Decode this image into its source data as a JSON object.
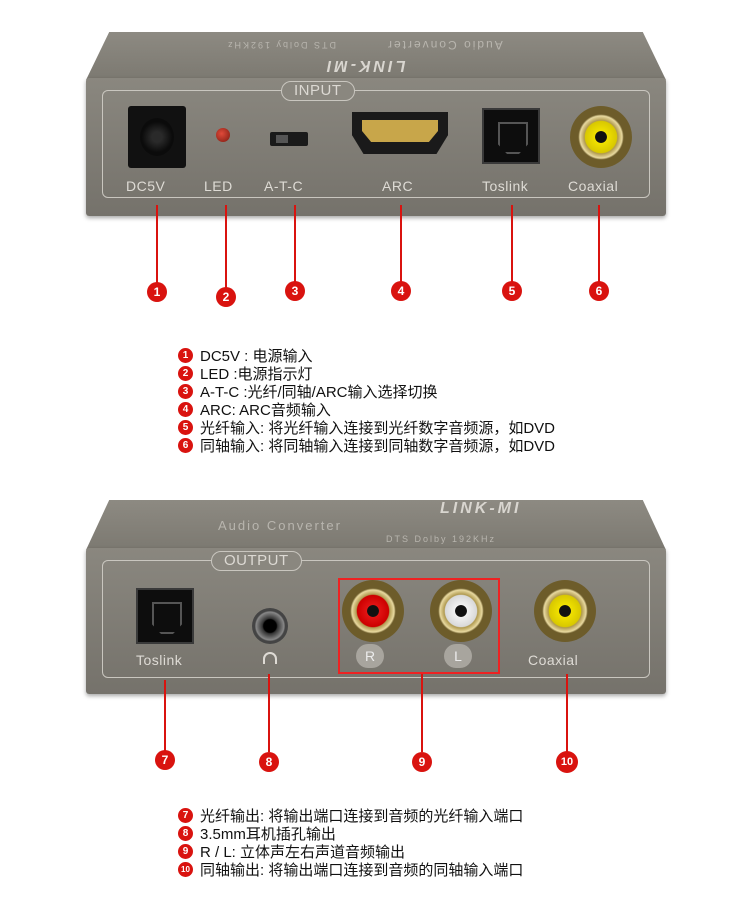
{
  "device_top": {
    "brand": "LINK-MI",
    "subtitle": "Audio Converter",
    "model": "DTS Dolby 192KHz"
  },
  "input_panel": {
    "title": "INPUT",
    "ports": [
      {
        "num": "1",
        "label": "DC5V"
      },
      {
        "num": "2",
        "label": "LED"
      },
      {
        "num": "3",
        "label": "A-T-C"
      },
      {
        "num": "4",
        "label": "ARC"
      },
      {
        "num": "5",
        "label": "Toslink"
      },
      {
        "num": "6",
        "label": "Coaxial"
      }
    ]
  },
  "input_legend": [
    {
      "num": "1",
      "text": "DC5V : 电源输入"
    },
    {
      "num": "2",
      "text": "LED :电源指示灯"
    },
    {
      "num": "3",
      "text": "A-T-C :光纤/同轴/ARC输入选择切换"
    },
    {
      "num": "4",
      "text": "ARC: ARC音频输入"
    },
    {
      "num": "5",
      "text": "光纤输入: 将光纤输入连接到光纤数字音频源，如DVD"
    },
    {
      "num": "6",
      "text": "同轴输入: 将同轴输入连接到同轴数字音频源，如DVD"
    }
  ],
  "output_panel": {
    "title": "OUTPUT",
    "ports": [
      {
        "num": "7",
        "label": "Toslink"
      },
      {
        "num": "8",
        "label": ""
      },
      {
        "num": "9",
        "label_r": "R",
        "label_l": "L"
      },
      {
        "num": "10",
        "label": "Coaxial"
      }
    ]
  },
  "output_legend": [
    {
      "num": "7",
      "text": "光纤输出: 将输出端口连接到音频的光纤输入端口"
    },
    {
      "num": "8",
      "text": "3.5mm耳机插孔输出"
    },
    {
      "num": "9",
      "text": "R / L: 立体声左右声道音频输出"
    },
    {
      "num": "10",
      "text": "同轴输出: 将输出端口连接到音频的同轴输入端口"
    }
  ],
  "colors": {
    "accent_red": "#d9130f",
    "device_gray": "#8a877f"
  }
}
